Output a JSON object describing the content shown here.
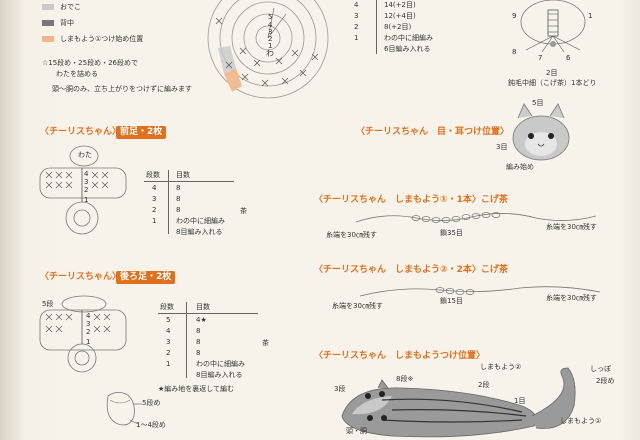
{
  "legend": {
    "items": [
      {
        "label": "おでこ",
        "color": "#c9c9c9"
      },
      {
        "label": "背中",
        "color": "#777777"
      },
      {
        "label": "しまもよう①つけ始め位置",
        "color": "#f0b88a"
      }
    ]
  },
  "stuffing_note": {
    "line1": "☆15段め・25段め・26段めで",
    "line2": "わたを詰める",
    "line3": "頭～胴のみ、立ち上がりをつけずに編みます"
  },
  "top_table": {
    "rows": [
      {
        "row": "4",
        "stitches": "14(+2目)"
      },
      {
        "row": "3",
        "stitches": "12(+4目)"
      },
      {
        "row": "2",
        "stitches": "8(+2目)"
      },
      {
        "row": "1",
        "stitches": "わの中に細編み"
      },
      {
        "row": "",
        "stitches": "6目編み入れる"
      }
    ]
  },
  "tail_diagram": {
    "numbers": [
      "9",
      "1",
      "8",
      "7",
      "6"
    ],
    "caption_stitch": "2目",
    "caption": "鈍毛中細（こげ茶）1本どり"
  },
  "front_legs": {
    "prefix": "〈チーリスちゃん〉",
    "badge": "前足・2枚",
    "cotton": "わた",
    "header_row": "段数",
    "header_stitch": "目数",
    "rows": [
      {
        "row": "4",
        "stitches": "8"
      },
      {
        "row": "3",
        "stitches": "8"
      },
      {
        "row": "2",
        "stitches": "8"
      },
      {
        "row": "1",
        "stitches": "わの中に細編み"
      },
      {
        "row": "",
        "stitches": "8目編み入れる"
      }
    ],
    "color_label": "茶",
    "diagram_rows": [
      "4",
      "3",
      "2",
      "1"
    ]
  },
  "hind_legs": {
    "prefix": "〈チーリスちゃん〉",
    "badge": "後ろ足・2枚",
    "header_row": "段数",
    "header_stitch": "目数",
    "rows": [
      {
        "row": "5",
        "stitches": "4★"
      },
      {
        "row": "4",
        "stitches": "8"
      },
      {
        "row": "3",
        "stitches": "8"
      },
      {
        "row": "2",
        "stitches": "8"
      },
      {
        "row": "1",
        "stitches": "わの中に細編み"
      },
      {
        "row": "",
        "stitches": "8目編み入れる"
      }
    ],
    "color_label": "茶",
    "note": "★編み地を裏返して編む",
    "diagram_rows": [
      "5段",
      "4",
      "3",
      "2",
      "1"
    ],
    "foot_label1": "5段め",
    "foot_label2": "1～4段め"
  },
  "eye_ear": {
    "title": "〈チーリスちゃん　目・耳つけ位置〉",
    "label_row": "5目",
    "label_row2": "3目",
    "label_start": "編み始め"
  },
  "stripe1": {
    "title": "〈チーリスちゃん　しまもよう①・1本〉こげ茶",
    "left_note": "糸端を30㎝残す",
    "center_label": "鎖35目",
    "right_note": "糸端を30㎝残す"
  },
  "stripe2": {
    "title": "〈チーリスちゃん　しまもよう②・2本〉こげ茶",
    "left_note": "糸端を30㎝残す",
    "center_label": "鎖15目",
    "right_note": "糸端を30㎝残す"
  },
  "stripe_pos": {
    "title": "〈チーリスちゃん　しまもようつけ位置〉",
    "labels": {
      "row3": "3段",
      "row8": "8段※",
      "stripe2": "しまもよう②",
      "row2": "2段",
      "row1": "1目",
      "tail": "しっぽ",
      "tail_rows": "2段め",
      "stripe1": "しまもよう①",
      "head": "頭・胴"
    }
  },
  "circle_chart": {
    "numbers": [
      "5",
      "4",
      "3",
      "2",
      "1",
      "わ"
    ]
  }
}
